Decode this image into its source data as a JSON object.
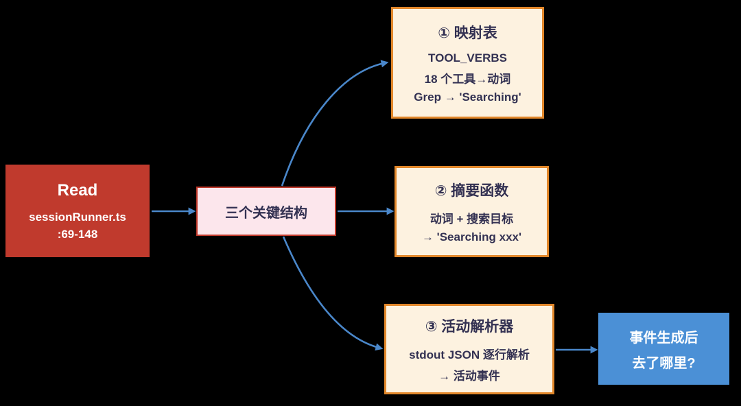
{
  "diagram": {
    "colors": {
      "background": "#000000",
      "arrow": "#4a87ca",
      "source_bg": "#c03a2d",
      "hub_bg": "#fce6ec",
      "hub_border": "#c0392b",
      "step_bg": "#fdf2e0",
      "step_border": "#e2872a",
      "sink_bg": "#4b90d6",
      "dark_text": "#333152",
      "light_text": "#ffffff"
    },
    "nodes": {
      "source": {
        "title": "Read",
        "subtitle": "sessionRunner.ts",
        "range": ":69-148"
      },
      "hub": {
        "label": "三个关键结构"
      },
      "step1": {
        "title": "① 映射表",
        "lines": [
          "TOOL_VERBS",
          "18 个工具→动词",
          "Grep → 'Searching'"
        ]
      },
      "step2": {
        "title": "② 摘要函数",
        "lines": [
          "动词 + 搜索目标",
          "→ 'Searching xxx'"
        ]
      },
      "step3": {
        "title": "③ 活动解析器",
        "lines": [
          "stdout JSON 逐行解析",
          "→ 活动事件"
        ]
      },
      "sink": {
        "lines": [
          "事件生成后",
          "去了哪里?"
        ]
      }
    }
  }
}
